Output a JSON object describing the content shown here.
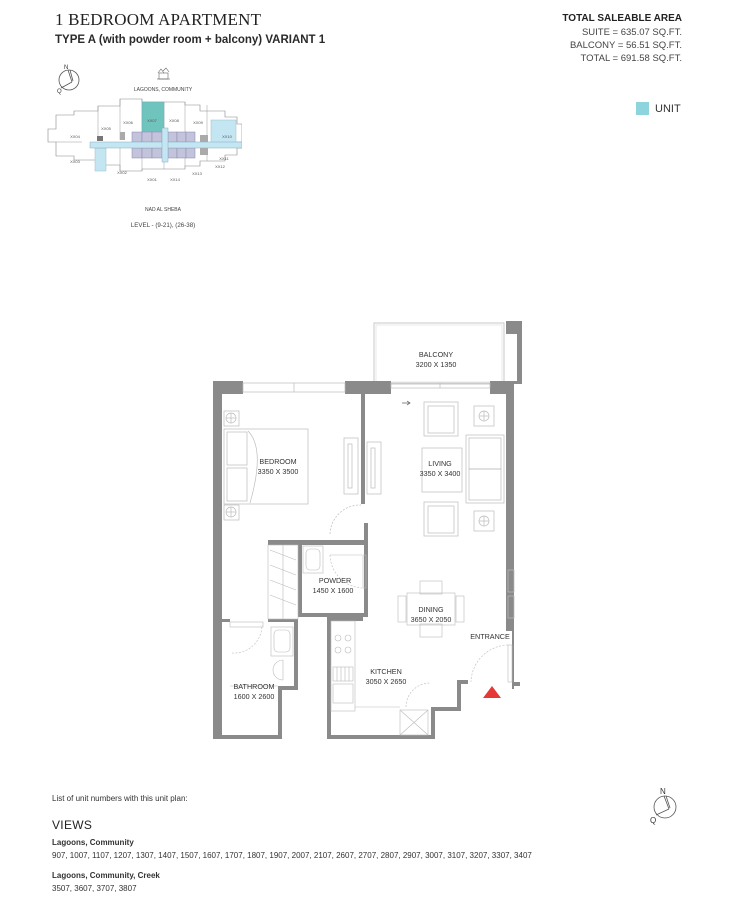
{
  "header": {
    "title": "1 BEDROOM APARTMENT",
    "subtitle": "TYPE A (with powder room + balcony) VARIANT 1"
  },
  "area": {
    "heading": "TOTAL SALEABLE AREA",
    "suite": "SUITE = 635.07 SQ.FT.",
    "balcony": "BALCONY = 56.51 SQ.FT.",
    "total": "TOTAL =  691.58 SQ.FT."
  },
  "legend": {
    "label": "UNIT",
    "color": "#8dd4dc"
  },
  "keyplan": {
    "compass_n": "N",
    "compass_q": "Q",
    "top_view": "LAGOONS, COMMUNITY",
    "bottom_view": "NAD AL SHEBA",
    "level": "LEVEL - (9-21), (26-38)",
    "units": [
      "XX01",
      "XX02",
      "XX03",
      "XX04",
      "XX05",
      "XX06",
      "XX07",
      "XX08",
      "XX09",
      "XX10",
      "XX11",
      "XX12",
      "XX13",
      "XX14"
    ],
    "highlighted_unit": "XX07",
    "highlight_color": "#6fc5bd",
    "corridor_color": "#c4e6f3",
    "core_color": "#c3c3dc"
  },
  "floorplan": {
    "wall_color": "#8a8a8a",
    "rooms": [
      {
        "name": "BALCONY",
        "dims": "3200 X 1350"
      },
      {
        "name": "BEDROOM",
        "dims": "3350 X 3500"
      },
      {
        "name": "LIVING",
        "dims": "3350 X 3400"
      },
      {
        "name": "POWDER",
        "dims": "1450 X 1600"
      },
      {
        "name": "DINING",
        "dims": "3650 X 2050"
      },
      {
        "name": "KITCHEN",
        "dims": "3050 X 2650"
      },
      {
        "name": "BATHROOM",
        "dims": "1600 X 2600"
      }
    ],
    "entrance_label": "ENTRANCE",
    "entrance_marker_color": "#e53935"
  },
  "units_list": {
    "intro": "List of unit numbers with this unit plan:",
    "heading": "VIEWS",
    "views": [
      {
        "name": "Lagoons, Community",
        "units": "907, 1007, 1107, 1207, 1307, 1407, 1507, 1607, 1707, 1807, 1907, 2007, 2107, 2607, 2707, 2807, 2907, 3007, 3107, 3207, 3307, 3407"
      },
      {
        "name": "Lagoons, Community, Creek",
        "units": "3507, 3607, 3707, 3807"
      }
    ]
  },
  "compass": {
    "n": "N",
    "q": "Q"
  }
}
